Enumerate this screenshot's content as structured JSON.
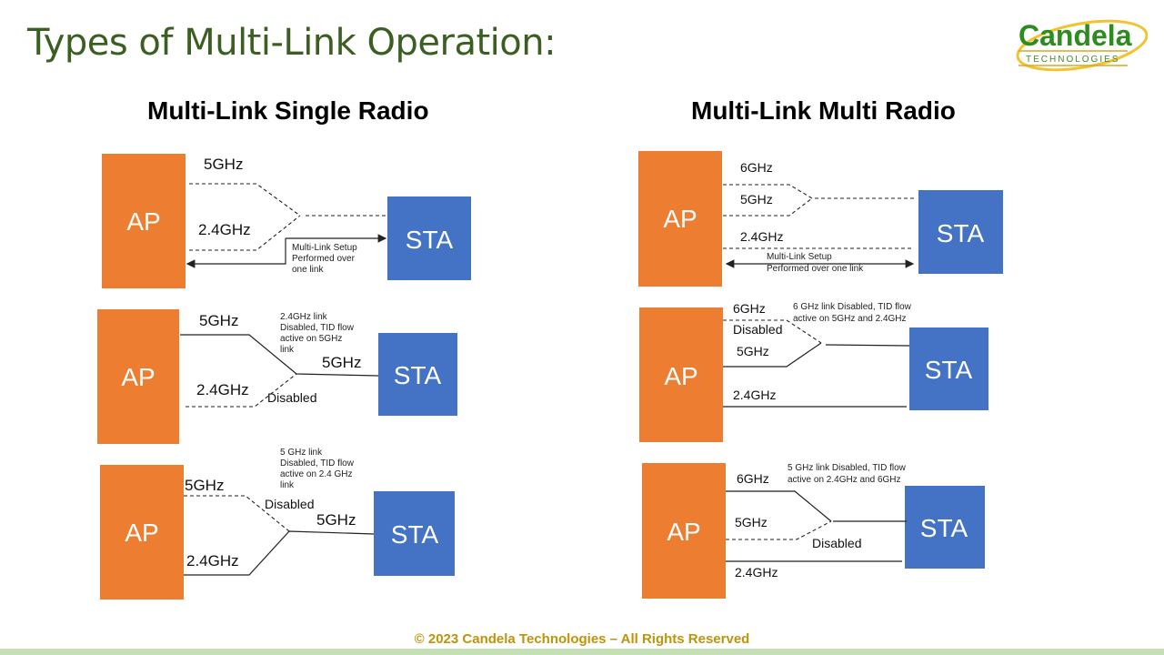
{
  "slide": {
    "title": "Types of Multi-Link Operation:",
    "footer": "© 2023 Candela Technologies – All Rights Reserved",
    "logo": {
      "brand": "Candela",
      "tagline": "TECHNOLOGIES"
    },
    "colors": {
      "title": "#3b5e22",
      "ap": "#ed7d31",
      "sta": "#4472c4",
      "footer_text": "#c0930a",
      "footer_bar": "#c5e0b4"
    }
  },
  "left": {
    "heading": "Multi-Link Single Radio",
    "diagrams": [
      {
        "ap": "AP",
        "sta": "STA",
        "links": {
          "a": "5GHz",
          "b": "2.4GHz"
        },
        "note": [
          "Multi-Link Setup",
          "Performed over",
          "one link"
        ]
      },
      {
        "ap": "AP",
        "sta": "STA",
        "links": {
          "a": "5GHz",
          "b": "2.4GHz",
          "sta_side": "5GHz"
        },
        "disabled": "Disabled",
        "note": [
          "2.4GHz link",
          "Disabled, TID flow",
          "active on 5GHz",
          "link"
        ]
      },
      {
        "ap": "AP",
        "sta": "STA",
        "links": {
          "a": "5GHz",
          "b": "2.4GHz",
          "sta_side": "5GHz"
        },
        "disabled": "Disabled",
        "note": [
          "5 GHz link",
          "Disabled, TID flow",
          "active on 2.4 GHz",
          "link"
        ]
      }
    ]
  },
  "right": {
    "heading": "Multi-Link Multi Radio",
    "diagrams": [
      {
        "ap": "AP",
        "sta": "STA",
        "links": {
          "a": "6GHz",
          "b": "5GHz",
          "c": "2.4GHz"
        },
        "note": [
          "Multi-Link Setup",
          "Performed over one link"
        ]
      },
      {
        "ap": "AP",
        "sta": "STA",
        "links": {
          "a": "6GHz",
          "b": "5GHz",
          "c": "2.4GHz"
        },
        "disabled": "Disabled",
        "note": [
          "6 GHz link Disabled, TID flow",
          "active on 5GHz and 2.4GHz"
        ]
      },
      {
        "ap": "AP",
        "sta": "STA",
        "links": {
          "a": "6GHz",
          "b": "5GHz",
          "c": "2.4GHz"
        },
        "disabled": "Disabled",
        "note": [
          "5 GHz link Disabled, TID flow",
          "active on 2.4GHz and 6GHz"
        ]
      }
    ]
  }
}
